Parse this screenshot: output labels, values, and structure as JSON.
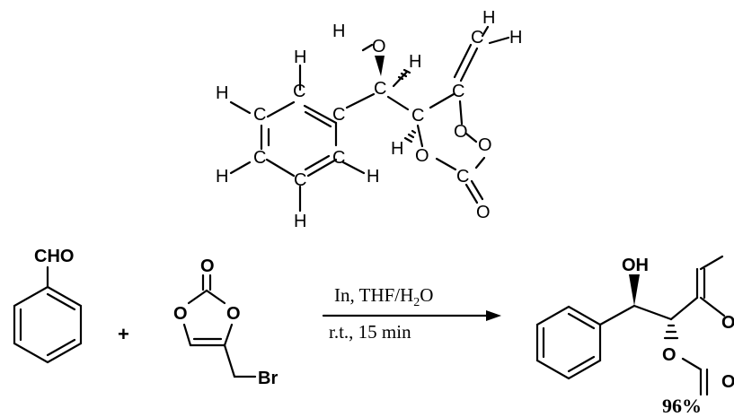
{
  "top_structure": {
    "atoms": {
      "h_oh": "H",
      "o_oh": "O",
      "c_carbinol": "C",
      "h_carbinol": "H",
      "c_ring_ipso": "C",
      "c_ring_ortho1": "C",
      "h_ortho1": "H",
      "c_ring_meta1": "C",
      "h_meta1": "H",
      "c_ring_para": "C",
      "h_para": "H",
      "c_ring_meta2": "C",
      "h_meta2": "H",
      "c_ring_ortho2": "C",
      "h_ortho2": "H",
      "c_alpha": "C",
      "h_alpha": "H",
      "c_vinyl": "C",
      "c_methylene": "C",
      "h_methylene1": "H",
      "h_methylene2": "H",
      "o_ring1": "O",
      "o_ring2": "O",
      "c_carbonyl": "C",
      "o_carbonyl": "O"
    }
  },
  "reaction": {
    "reactant1_label": "CHO",
    "plus_sign": "+",
    "reactant2_carbonyl_o": "O",
    "reactant2_ring_o_left": "O",
    "reactant2_ring_o_right": "O",
    "reactant2_br": "Br",
    "conditions_reagent": "In, THF/H",
    "conditions_subscript": "2",
    "conditions_solvent_tail": "O",
    "conditions_time": "r.t., 15 min",
    "product_oh": "OH",
    "product_ring_o": "O",
    "product_ring_o_right": "O",
    "product_carbonyl_o": "O",
    "yield": "96%"
  }
}
